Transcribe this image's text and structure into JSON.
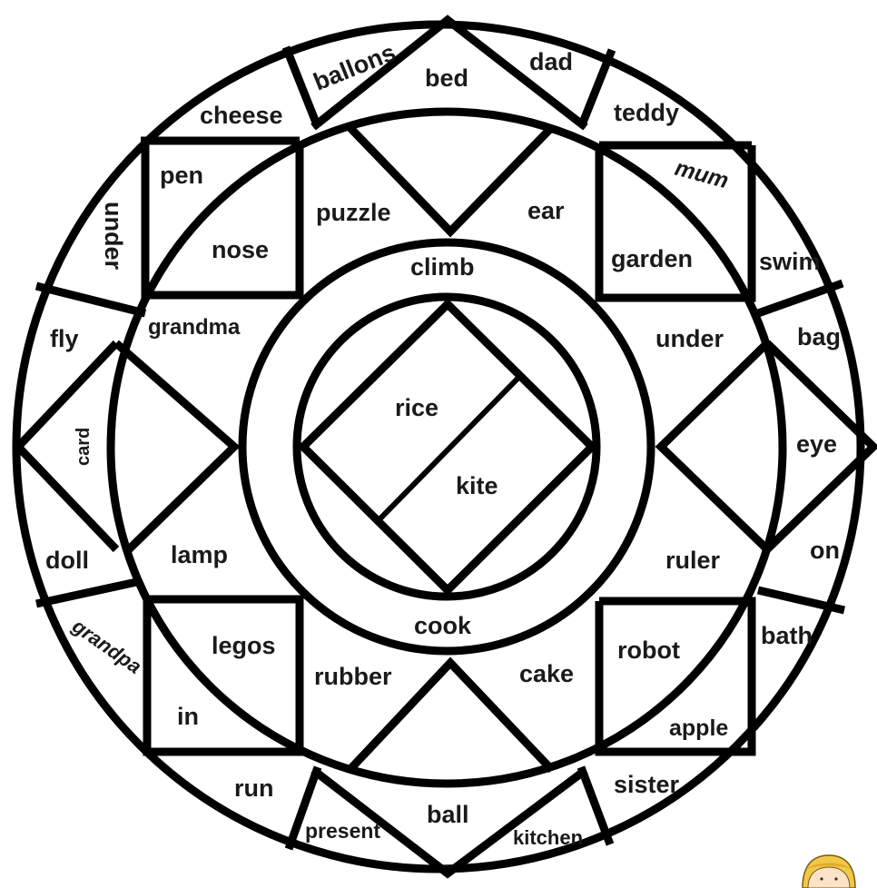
{
  "words": {
    "ballons": "ballons",
    "bed": "bed",
    "dad": "dad",
    "cheese": "cheese",
    "teddy": "teddy",
    "pen": "pen",
    "nose": "nose",
    "under_left": "under",
    "puzzle": "puzzle",
    "ear": "ear",
    "mum": "mum",
    "garden": "garden",
    "swim": "swim",
    "climb": "climb",
    "fly": "fly",
    "grandma": "grandma",
    "under_right": "under",
    "bag": "bag",
    "card": "card",
    "rice": "rice",
    "kite": "kite",
    "eye": "eye",
    "doll": "doll",
    "lamp": "lamp",
    "ruler": "ruler",
    "on": "on",
    "grandpa": "grandpa",
    "cook": "cook",
    "bath": "bath",
    "legos": "legos",
    "rubber": "rubber",
    "cake": "cake",
    "robot": "robot",
    "in": "in",
    "apple": "apple",
    "run": "run",
    "sister": "sister",
    "ball": "ball",
    "present": "present",
    "kitchen": "kitchen"
  },
  "mascot": "girl-face-icon"
}
